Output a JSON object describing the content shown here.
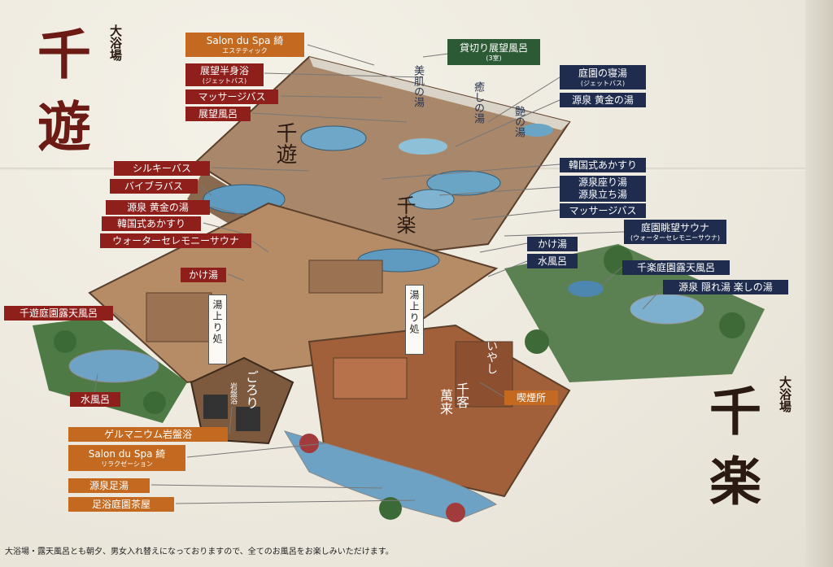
{
  "logos": {
    "left": {
      "small": "大浴場",
      "big": "千 遊"
    },
    "right": {
      "small": "大浴場",
      "big": "千 楽"
    }
  },
  "labels_left": [
    {
      "id": "salon-esthe",
      "text": "Salon du Spa 綺",
      "sub": "エステティック"
    },
    {
      "id": "tenbo-hanshin",
      "text": "展望半身浴",
      "sub": "(ジェットバス)"
    },
    {
      "id": "massage-bath-top",
      "text": "マッサージバス",
      "sub": ""
    },
    {
      "id": "tenbo-furo",
      "text": "展望風呂",
      "sub": ""
    },
    {
      "id": "silky-bath",
      "text": "シルキーバス",
      "sub": ""
    },
    {
      "id": "vibra-bath",
      "text": "バイブラバス",
      "sub": ""
    },
    {
      "id": "gensen-kogane-left",
      "text": "源泉 黄金の湯",
      "sub": ""
    },
    {
      "id": "kankoku-left",
      "text": "韓国式あかすり",
      "sub": ""
    },
    {
      "id": "water-ceremony-sauna",
      "text": "ウォーターセレモニーサウナ",
      "sub": ""
    },
    {
      "id": "kakeyu-left",
      "text": "かけ湯",
      "sub": ""
    },
    {
      "id": "senyu-rotenburo",
      "text": "千遊庭園露天風呂",
      "sub": ""
    },
    {
      "id": "mizuburo-left",
      "text": "水風呂",
      "sub": ""
    },
    {
      "id": "germanium",
      "text": "ゲルマニウム岩盤浴",
      "sub": ""
    },
    {
      "id": "salon-relax",
      "text": "Salon du Spa 綺",
      "sub": "リラクゼーション"
    },
    {
      "id": "gensen-ashiyu",
      "text": "源泉足湯",
      "sub": ""
    },
    {
      "id": "ashiyu-chaya",
      "text": "足浴庭園茶屋",
      "sub": ""
    }
  ],
  "labels_right": [
    {
      "id": "kashikiri",
      "text": "貸切り展望風呂",
      "sub": "(3室)"
    },
    {
      "id": "teien-neyu",
      "text": "庭園の寝湯",
      "sub": "(ジェットバス)"
    },
    {
      "id": "gensen-kogane-right",
      "text": "源泉 黄金の湯",
      "sub": ""
    },
    {
      "id": "kankoku-right",
      "text": "韓国式あかすり",
      "sub": ""
    },
    {
      "id": "gensen-zayu",
      "text": "源泉座り湯",
      "sub": ""
    },
    {
      "id": "gensen-tachiyu",
      "text": "源泉立ち湯",
      "sub": ""
    },
    {
      "id": "massage-bath-right",
      "text": "マッサージバス",
      "sub": ""
    },
    {
      "id": "teien-sauna",
      "text": "庭園眺望サウナ",
      "sub": "(ウォーターセレモニーサウナ)"
    },
    {
      "id": "kakeyu-right",
      "text": "かけ湯",
      "sub": ""
    },
    {
      "id": "mizuburo-right",
      "text": "水風呂",
      "sub": ""
    },
    {
      "id": "senraku-rotenburo",
      "text": "千楽庭園露天風呂",
      "sub": ""
    },
    {
      "id": "gensen-kakureyu",
      "text": "源泉 隠れ湯 楽しの湯",
      "sub": ""
    },
    {
      "id": "smoking",
      "text": "喫煙所",
      "sub": ""
    }
  ],
  "map_tags": {
    "yuagari_left": "湯上り処",
    "yuagari_center": "湯上り処",
    "gorori": "ごろり",
    "gorori_sub": "岩盤浴",
    "iyashi": "いやし",
    "senkyaku": "千客",
    "banrai": "萬来",
    "biyu": "美肌の湯",
    "yuyu": "癒しの湯",
    "tsuyu": "艶の湯",
    "senyu_floor": "千遊",
    "senraku_floor": "千楽"
  },
  "footer": "大浴場・露天風呂とも朝夕、男女入れ替えになっておりますので、全てのお風呂をお楽しみいただけます。"
}
